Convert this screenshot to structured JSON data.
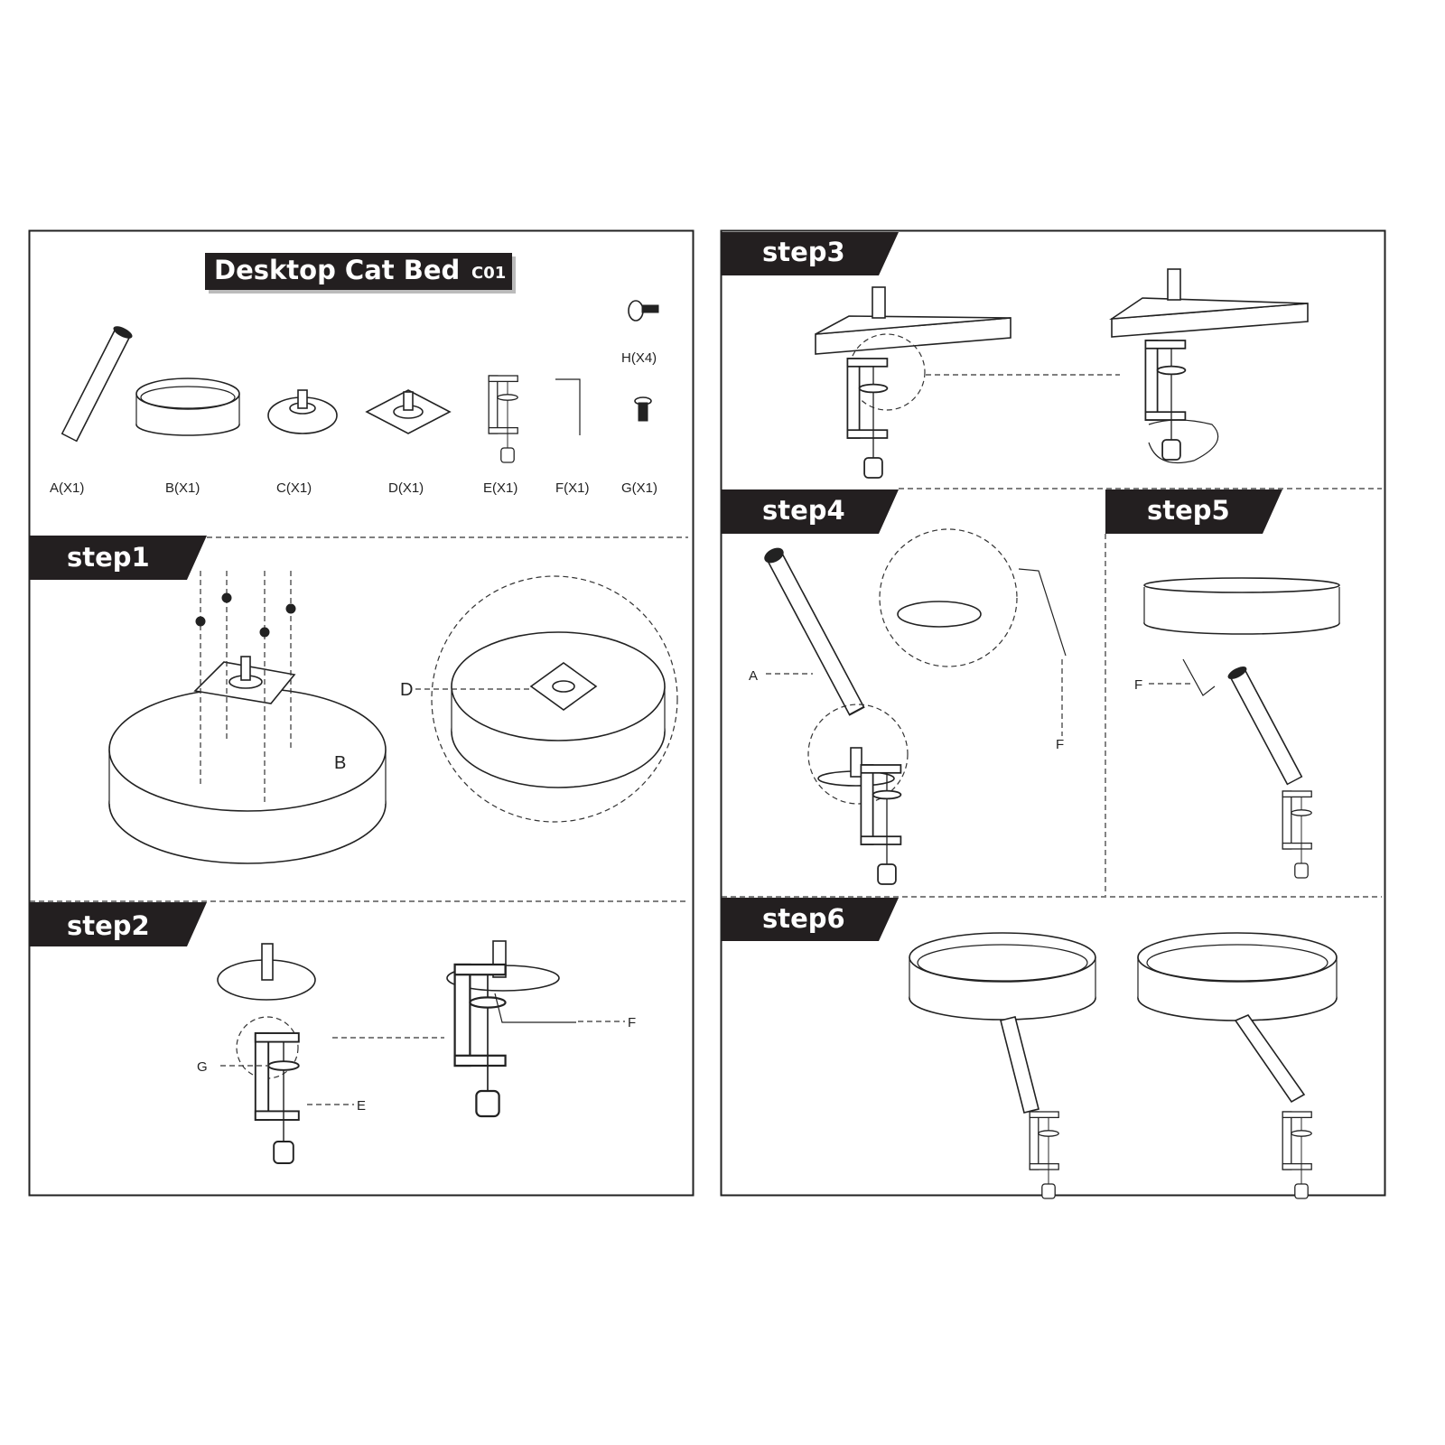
{
  "title": {
    "name": "Desktop Cat Bed",
    "code": "C01"
  },
  "parts": [
    {
      "label": "A(X1)"
    },
    {
      "label": "B(X1)"
    },
    {
      "label": "C(X1)"
    },
    {
      "label": "D(X1)"
    },
    {
      "label": "E(X1)"
    },
    {
      "label": "F(X1)"
    },
    {
      "label": "G(X1)"
    },
    {
      "label": "H(X4)"
    }
  ],
  "steps": {
    "step1": {
      "label": "step1",
      "callouts": [
        "D",
        "B"
      ]
    },
    "step2": {
      "label": "step2",
      "callouts": [
        "G",
        "E",
        "F"
      ]
    },
    "step3": {
      "label": "step3"
    },
    "step4": {
      "label": "step4",
      "callouts": [
        "A",
        "F"
      ]
    },
    "step5": {
      "label": "step5",
      "callouts": [
        "F"
      ]
    },
    "step6": {
      "label": "step6"
    }
  },
  "colors": {
    "ink": "#222222",
    "banner": "#231f20"
  }
}
